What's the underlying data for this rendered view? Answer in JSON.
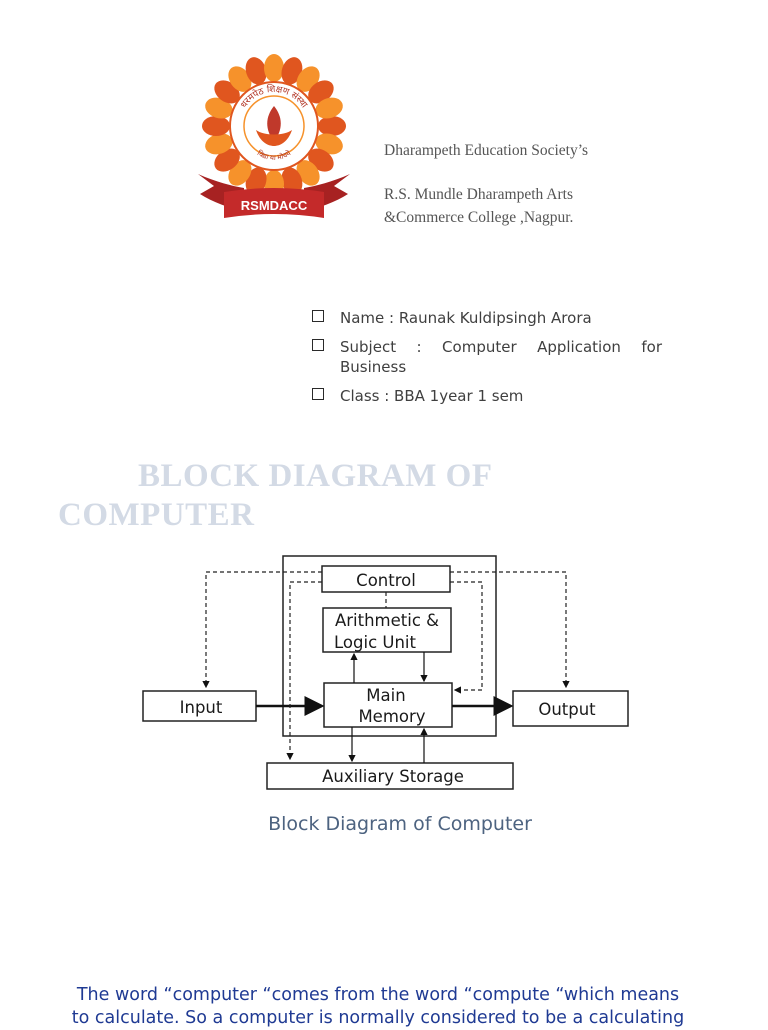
{
  "header": {
    "logo": {
      "wordmark": "RSMDACC",
      "motto_top": "धरमपेठ शिक्षण संस्था",
      "motto_bottom": "विद्या या मोचये",
      "colors": {
        "petal": "#f6922b",
        "petal_dark": "#e0561f",
        "ribbon": "#c42a2a",
        "center": "#c0392b"
      }
    },
    "society": "Dharampeth  Education Society’s",
    "college_line1": "R.S. Mundle Dharampeth Arts",
    "college_line2": "&Commerce College ,Nagpur."
  },
  "info": {
    "name": "Name : Raunak Kuldipsingh Arora",
    "subject_line1": "Subject : Computer Application for",
    "subject_line2": "Business",
    "class": "Class : BBA 1year 1 sem"
  },
  "heading": {
    "line1": "BLOCK DIAGRAM OF",
    "line2": "COMPUTER",
    "color": "#d3dae5"
  },
  "diagram": {
    "control": "Control",
    "alu_line1": "Arithmetic &",
    "alu_line2": "Logic Unit",
    "memory_line1": "Main",
    "memory_line2": "Memory",
    "input": "Input",
    "output": "Output",
    "storage": "Auxiliary Storage",
    "caption": "Block Diagram of Computer"
  },
  "paragraph": {
    "line1": "The word “computer “comes from the word “compute “which means",
    "line2": "to calculate. So a computer is normally considered to be a calculating",
    "color": "#1f3a93"
  }
}
